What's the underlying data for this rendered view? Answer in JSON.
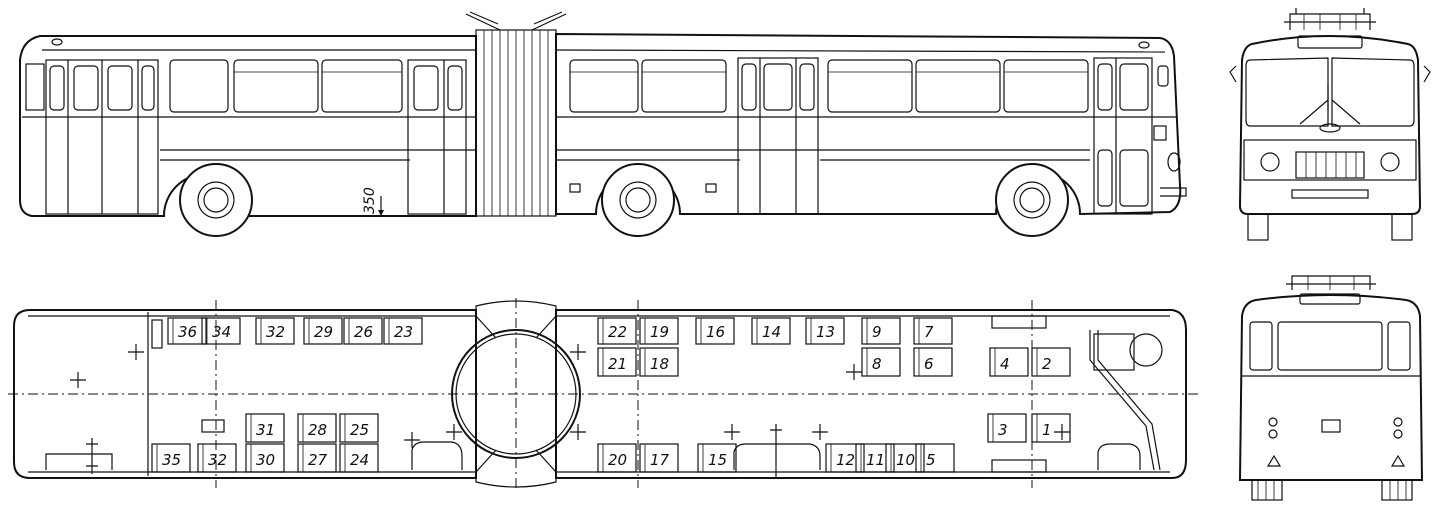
{
  "dimension_label": "350",
  "seats_top_row": [
    {
      "n": "36"
    },
    {
      "n": "34"
    },
    {
      "n": "32"
    },
    {
      "n": "29"
    },
    {
      "n": "26"
    },
    {
      "n": "23"
    },
    {
      "n": "22"
    },
    {
      "n": "19"
    },
    {
      "n": "16"
    },
    {
      "n": "14"
    },
    {
      "n": "13"
    },
    {
      "n": "9"
    },
    {
      "n": "7"
    }
  ],
  "seats_second_row": [
    {
      "n": "21"
    },
    {
      "n": "18"
    },
    {
      "n": "8"
    },
    {
      "n": "6"
    },
    {
      "n": "4"
    },
    {
      "n": "2"
    }
  ],
  "seats_third_row": [
    {
      "n": "31"
    },
    {
      "n": "28"
    },
    {
      "n": "25"
    },
    {
      "n": "3"
    },
    {
      "n": "1"
    }
  ],
  "seats_bottom_row": [
    {
      "n": "35"
    },
    {
      "n": "32"
    },
    {
      "n": "30"
    },
    {
      "n": "27"
    },
    {
      "n": "24"
    },
    {
      "n": "20"
    },
    {
      "n": "17"
    },
    {
      "n": "15"
    },
    {
      "n": "12"
    },
    {
      "n": "11"
    },
    {
      "n": "10"
    },
    {
      "n": "5"
    }
  ],
  "views": [
    "side-view",
    "top-plan-view",
    "front-view",
    "rear-view"
  ]
}
